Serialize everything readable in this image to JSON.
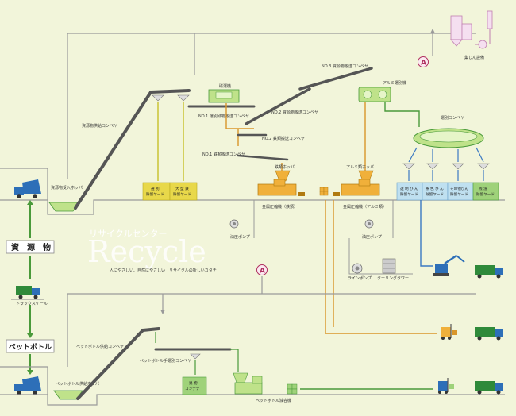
{
  "labels": {
    "dust_collector": "集じん設備",
    "no3_conveyor": "NO.3 資源物搬送コンベヤ",
    "al_separator": "アルミ選別機",
    "magnet": "磁選機",
    "no2_conveyor": "NO.2 資源物搬送コンベヤ",
    "feed_conveyor": "資源物供給コンベヤ",
    "no1_residue": "NO.1 選別残物搬送コンベヤ",
    "no2_iron": "NO.2 鉄類搬送コンベヤ",
    "no1_iron": "NO.1 鉄類搬送コンベヤ",
    "sort_conveyor": "選別コンベヤ",
    "iron_hopper": "鉄類ホッパ",
    "al_hopper": "アルミ類ホッパ",
    "receive_hopper": "資源物受入ホッパ",
    "press_iron": "金属圧縮機（鉄類）",
    "press_al": "金属圧縮機（アルミ類）",
    "hydraulic_pump1": "油圧ポンプ",
    "hydraulic_pump2": "油圧ポンプ",
    "line_pump": "ラインポンプ",
    "cooling_tower": "クーリングタワー",
    "pet_feed_conveyor": "ペットボトル供給コンベヤ",
    "pet_hand_conveyor": "ペットボトル手選別コンベヤ",
    "pet_hopper": "ペットボトル供給ホッパ",
    "pet_press": "ペットボトル減容機",
    "truck_scale": "トラックスケール",
    "recycle_center": "リサイクルセンター",
    "tagline": "人にやさしい、自然にやさしい　リサイクルの新しいカタチ",
    "recycle_en": "Recycle",
    "marker_a": "A"
  },
  "yard_boxes": {
    "residue": [
      "選 別",
      "貯留ヤード"
    ],
    "large_iron": [
      "大 型 鉄",
      "貯留ヤード"
    ],
    "clear_bottle": [
      "透 明 び ん",
      "貯留ヤード"
    ],
    "brown_bottle": [
      "茶 色 び ん",
      "貯留ヤード"
    ],
    "other_bottle": [
      "その他びん",
      "貯留ヤード"
    ],
    "residue2": [
      "残 渣",
      "貯留ヤード"
    ],
    "container": [
      "異 物",
      "コンテナ"
    ]
  },
  "side_labels": {
    "resources": "資　源　物",
    "pet": "ペットボトル"
  },
  "colors": {
    "bg": "#f2f5da",
    "line": "#9a9a9a",
    "flow_green": "#4a9a3a",
    "flow_orange": "#d9962a",
    "flow_blue": "#3a78c2",
    "flow_yellow": "#c8c02a",
    "yard_yellow": "#e8d84a",
    "yard_blue": "#bfe0f0",
    "yard_green": "#9fd27a",
    "machine_green": "#bfe28a",
    "machine_orange": "#f0b03a",
    "truck_blue": "#2d6fb8",
    "truck_green": "#2f8a3a"
  }
}
